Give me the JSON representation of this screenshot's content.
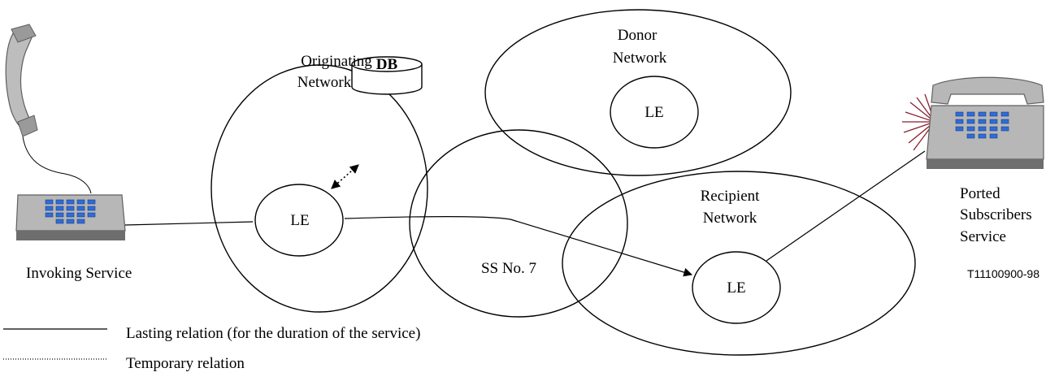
{
  "networks": {
    "originating": {
      "line1": "Originating",
      "line2": "Network",
      "node": "LE",
      "db": "DB"
    },
    "donor": {
      "line1": "Donor",
      "line2": "Network",
      "node": "LE"
    },
    "recipient": {
      "line1": "Recipient",
      "line2": "Network",
      "node": "LE"
    },
    "signalling": {
      "label": "SS No. 7"
    }
  },
  "endpoints": {
    "invoking": {
      "label": "Invoking Service",
      "icon": "telephone-icon"
    },
    "ported": {
      "line1": "Ported",
      "line2": "Subscribers",
      "line3": "Service",
      "icon": "telephone-ringing-icon"
    }
  },
  "figure_code": "T11100900-98",
  "legend": {
    "lasting": "Lasting relation (for the duration of  the service)",
    "temporary": "Temporary relation"
  },
  "colors": {
    "phone_body": "#b4b4b4",
    "phone_dark": "#6e6e6e",
    "keypad": "#2f6cd8",
    "ring_burst": "#8a1f2e"
  }
}
